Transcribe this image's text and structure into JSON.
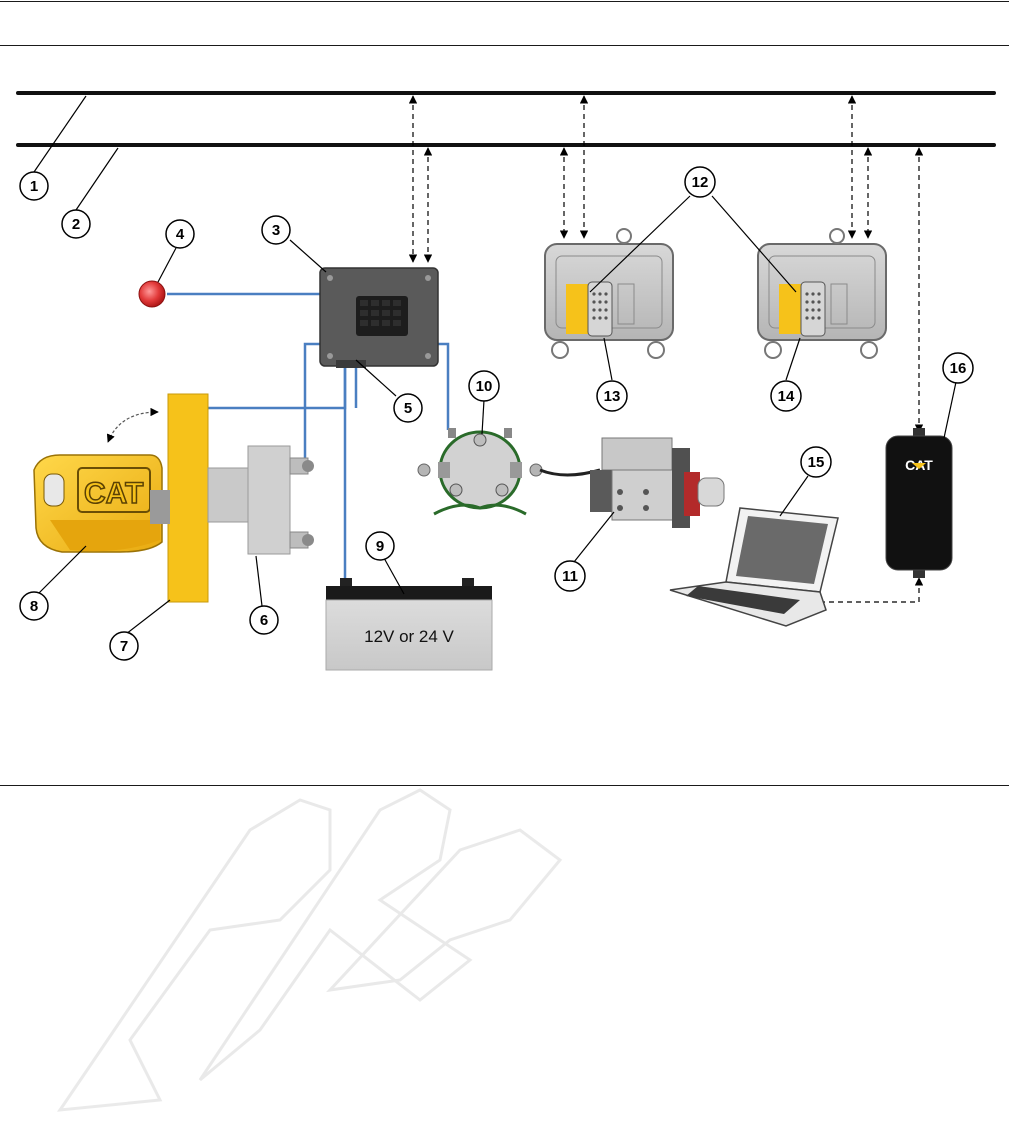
{
  "diagram": {
    "battery_label": "12V or 24 V",
    "key_logo": "CAT",
    "module_logo": "CAT",
    "watermark": "PRO",
    "callouts": [
      "1",
      "2",
      "3",
      "4",
      "5",
      "6",
      "7",
      "8",
      "9",
      "10",
      "11",
      "12",
      "13",
      "14",
      "15",
      "16"
    ]
  },
  "colors": {
    "wire_blue": "#4a7fc1",
    "key_yellow": "#f6c21a",
    "ecm_gray": "#c4c4c4",
    "controller_dark": "#5a5a5a",
    "module_black": "#111111"
  }
}
